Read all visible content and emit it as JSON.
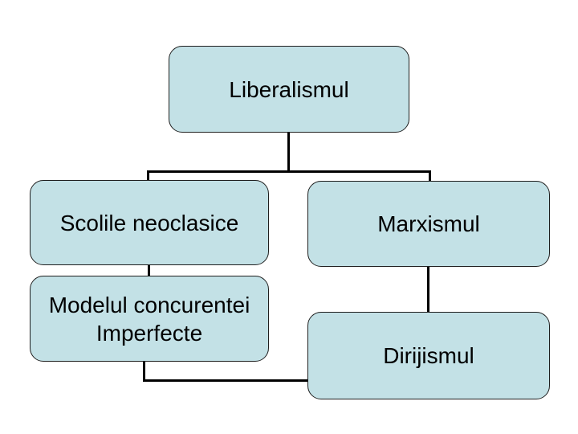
{
  "diagram": {
    "title": "Liberalismul concept map",
    "colors": {
      "background": "#ffffff",
      "node-fill": "#c3e1e6",
      "node-border": "#1f1f1f",
      "connector": "#000000",
      "text": "#000000"
    },
    "nodes": [
      {
        "id": "liberalismul",
        "label": "Liberalismul"
      },
      {
        "id": "scolile-neoclasice",
        "label": "Scolile neoclasice"
      },
      {
        "id": "marxismul",
        "label": "Marxismul"
      },
      {
        "id": "modelul-concurentei-imperfecte",
        "label": "Modelul concurentei Imperfecte"
      },
      {
        "id": "dirijismul",
        "label": "Dirijismul"
      }
    ],
    "edges": [
      {
        "from": "liberalismul",
        "to": "scolile-neoclasice"
      },
      {
        "from": "liberalismul",
        "to": "marxismul"
      },
      {
        "from": "scolile-neoclasice",
        "to": "modelul-concurentei-imperfecte"
      },
      {
        "from": "modelul-concurentei-imperfecte",
        "to": "dirijismul"
      },
      {
        "from": "marxismul",
        "to": "dirijismul"
      }
    ]
  }
}
